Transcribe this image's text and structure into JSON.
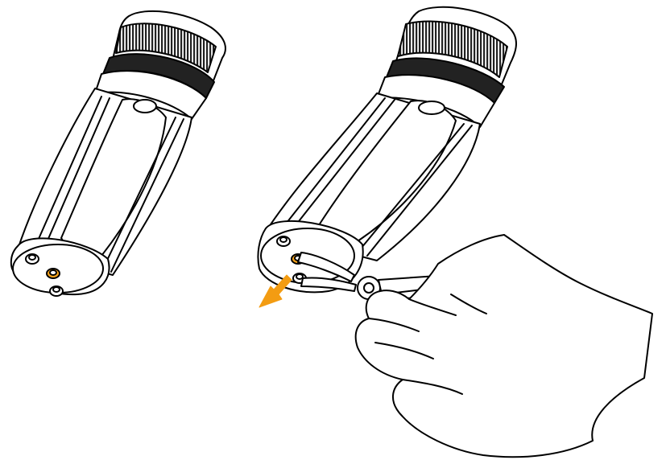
{
  "colors": {
    "background": "#ffffff",
    "line": "#000000",
    "fill": "#ffffff",
    "accent_screw": "#f5a21a",
    "accent_arrow": "#f39c12",
    "knurl": "#222222"
  },
  "figures": [
    {
      "name": "flashlight-battery-module",
      "state": "assembled"
    },
    {
      "name": "flashlight-battery-module",
      "state": "screw-removal-with-pliers"
    }
  ],
  "icons": [
    "flashlight-icon",
    "pliers-icon",
    "hand-icon",
    "arrow-icon",
    "screw-icon"
  ]
}
